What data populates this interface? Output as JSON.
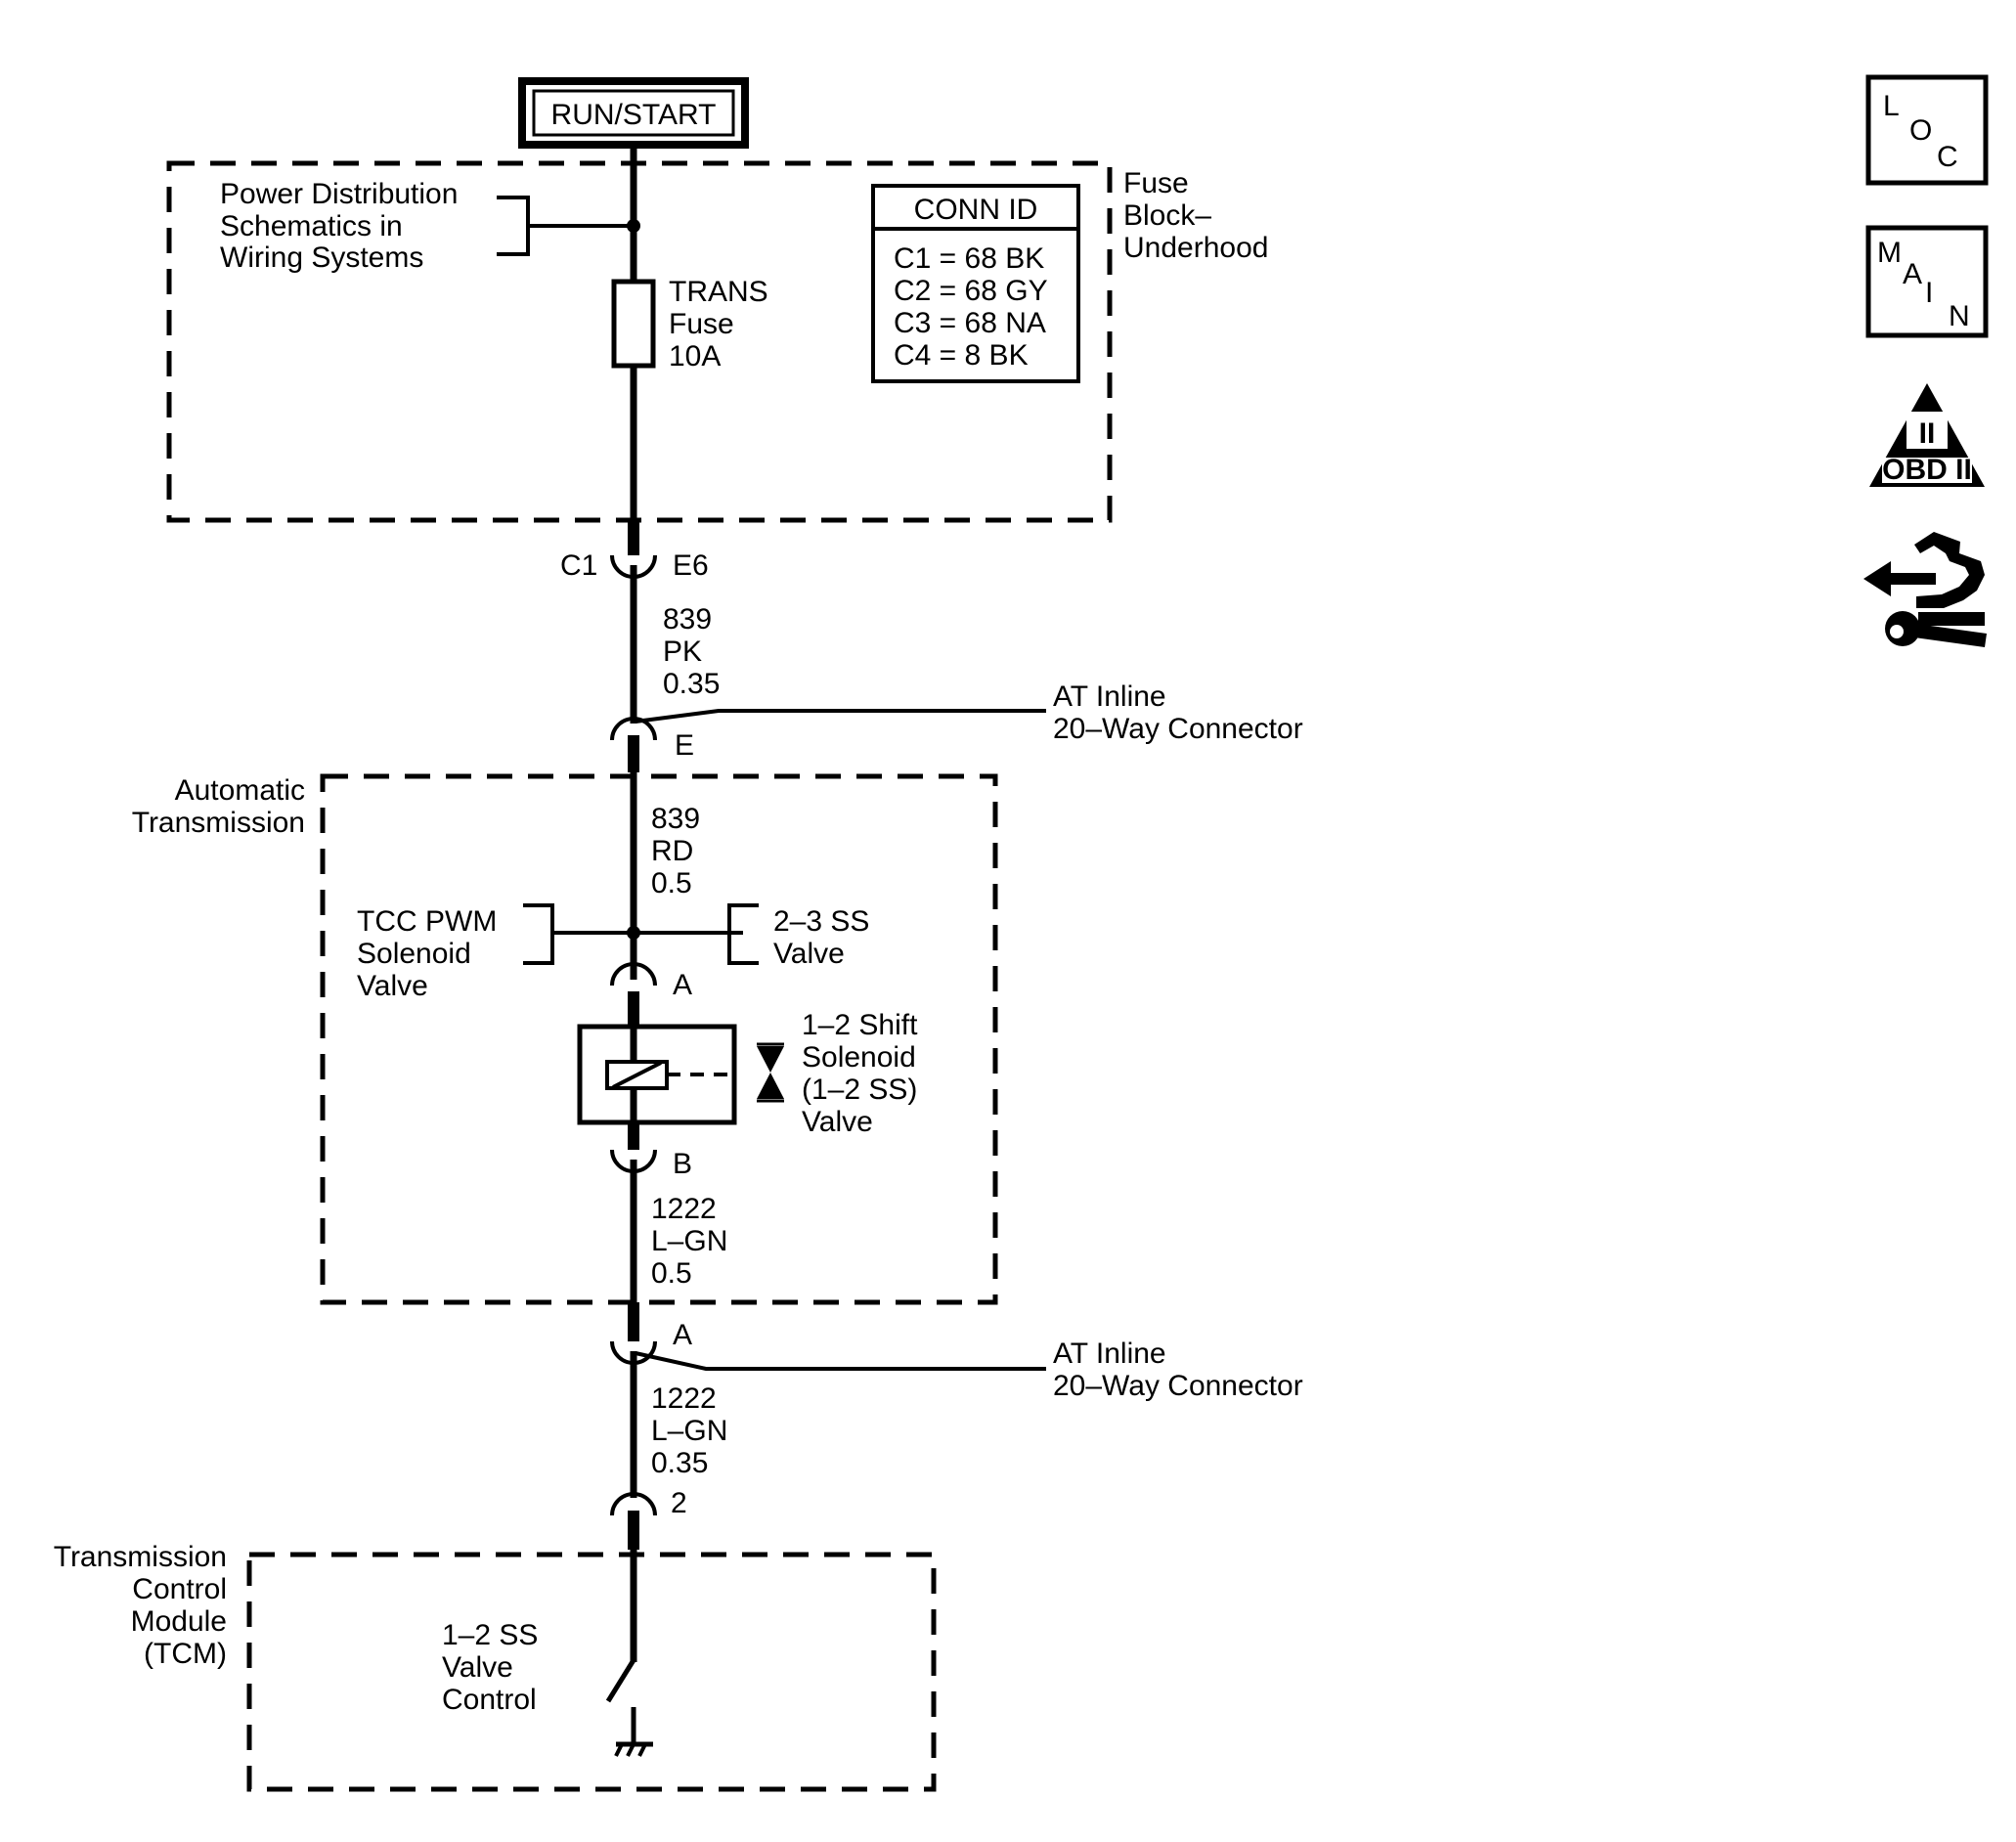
{
  "power_source": "RUN/START",
  "fuse_block": {
    "title_lines": [
      "Fuse",
      "Block–",
      "Underhood"
    ],
    "power_ref_lines": [
      "Power Distribution",
      "Schematics in",
      "Wiring Systems"
    ],
    "fuse_lines": [
      "TRANS",
      "Fuse",
      "10A"
    ],
    "conn_id": {
      "header": "CONN ID",
      "rows": [
        "C1 = 68 BK",
        "C2 = 68 GY",
        "C3 = 68 NA",
        "C4 = 8 BK"
      ]
    }
  },
  "connector_c1": {
    "connector": "C1",
    "pin": "E6"
  },
  "wire_839_pk": {
    "circuit": "839",
    "color": "PK",
    "gauge": "0.35"
  },
  "inline_connector_1": {
    "pin": "E",
    "label_lines": [
      "AT Inline",
      "20–Way Connector"
    ]
  },
  "automatic_transmission": {
    "title_lines": [
      "Automatic",
      "Transmission"
    ],
    "wire_839_rd": {
      "circuit": "839",
      "color": "RD",
      "gauge": "0.5"
    },
    "tcc_ref_lines": [
      "TCC PWM",
      "Solenoid",
      "Valve"
    ],
    "ss23_ref_lines": [
      "2–3 SS",
      "Valve"
    ],
    "pin_a": "A",
    "solenoid_lines": [
      "1–2 Shift",
      "Solenoid",
      "(1–2 SS)",
      "Valve"
    ],
    "pin_b": "B",
    "wire_1222_lgn": {
      "circuit": "1222",
      "color": "L–GN",
      "gauge": "0.5"
    }
  },
  "inline_connector_2": {
    "pin": "A",
    "label_lines": [
      "AT Inline",
      "20–Way Connector"
    ]
  },
  "wire_1222_lgn_035": {
    "circuit": "1222",
    "color": "L–GN",
    "gauge": "0.35"
  },
  "tcm_pin": "2",
  "tcm": {
    "title_lines": [
      "Transmission",
      "Control",
      "Module",
      "(TCM)"
    ],
    "control_lines": [
      "1–2 SS",
      "Valve",
      "Control"
    ]
  },
  "side_icons": {
    "loc": [
      "L",
      "O",
      "C"
    ],
    "main": [
      "M",
      "A",
      "I",
      "N"
    ],
    "obd": {
      "numeral": "II",
      "label": "OBD II"
    },
    "tools": "tool-hand-icon"
  }
}
